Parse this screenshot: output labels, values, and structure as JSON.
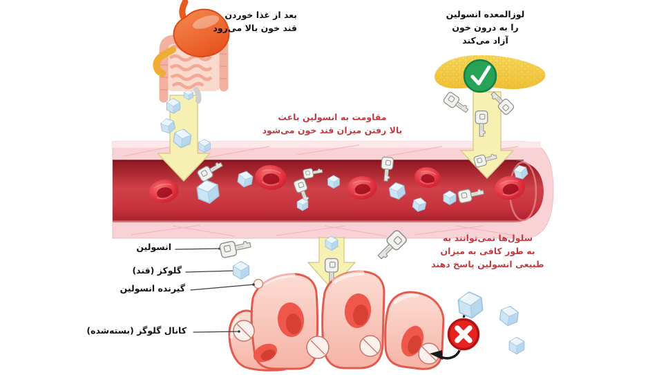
{
  "diagram": {
    "after_eating_note": "بعد از غذا خوردن\nقند خون بالا می‌رود",
    "pancreas_note": "لوزالمعده انسولین\nرا به درون خون\nآزاد می‌کند",
    "resistance_note": "مقاومت به انسولین باعث\nبالا رفتن میزان قند خون می‌شود",
    "cells_note": "سلول‌ها نمی‌توانند به\nبه طور کافی به میزان\nطبیعی انسولین پاسخ دهند",
    "legend": {
      "insulin": "انسولین",
      "glucose": "گلوکز (قند)",
      "insulin_receptor": "گیرنده انسولین",
      "glucose_channel": "کانال گلوگز (بسته‌شده)"
    },
    "icons": {
      "insulin": "key-icon",
      "glucose": "ice-cube-icon",
      "pancreas_status": "green-check-icon",
      "cell_response_status": "red-x-icon"
    },
    "colors": {
      "note_red": "#c23b40",
      "text_black": "#111111",
      "arrow_yellow": "#f6f0b2",
      "vessel_wall_pink": "#f8d2d4",
      "blood_red": "#c32c36",
      "pancreas_yellow": "#f3cc45",
      "check_green": "#27a357",
      "x_red": "#e52320",
      "cell_pink": "#f9c9bd",
      "cube_blue": "#cde4f4"
    }
  }
}
